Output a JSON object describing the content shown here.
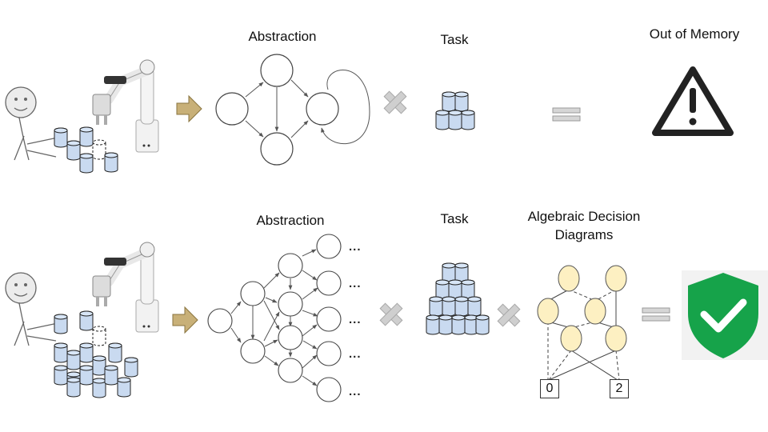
{
  "top_row": {
    "abstraction_label": "Abstraction",
    "task_label": "Task",
    "result_label": "Out of Memory",
    "result_icon": "warning-triangle-icon"
  },
  "bottom_row": {
    "abstraction_label": "Abstraction",
    "task_label": "Task",
    "add_label_line1": "Algebraic Decision",
    "add_label_line2": "Diagrams",
    "leaf_values": [
      "0",
      "2"
    ],
    "ellipsis": "...",
    "result_icon": "check-shield-icon"
  },
  "colors": {
    "arrow_fill": "#c8b078",
    "can_fill": "#c9daf0",
    "add_node_fill": "#fdf0c2",
    "shield_green": "#16a34a",
    "operator_gray": "#cfcfcf"
  }
}
